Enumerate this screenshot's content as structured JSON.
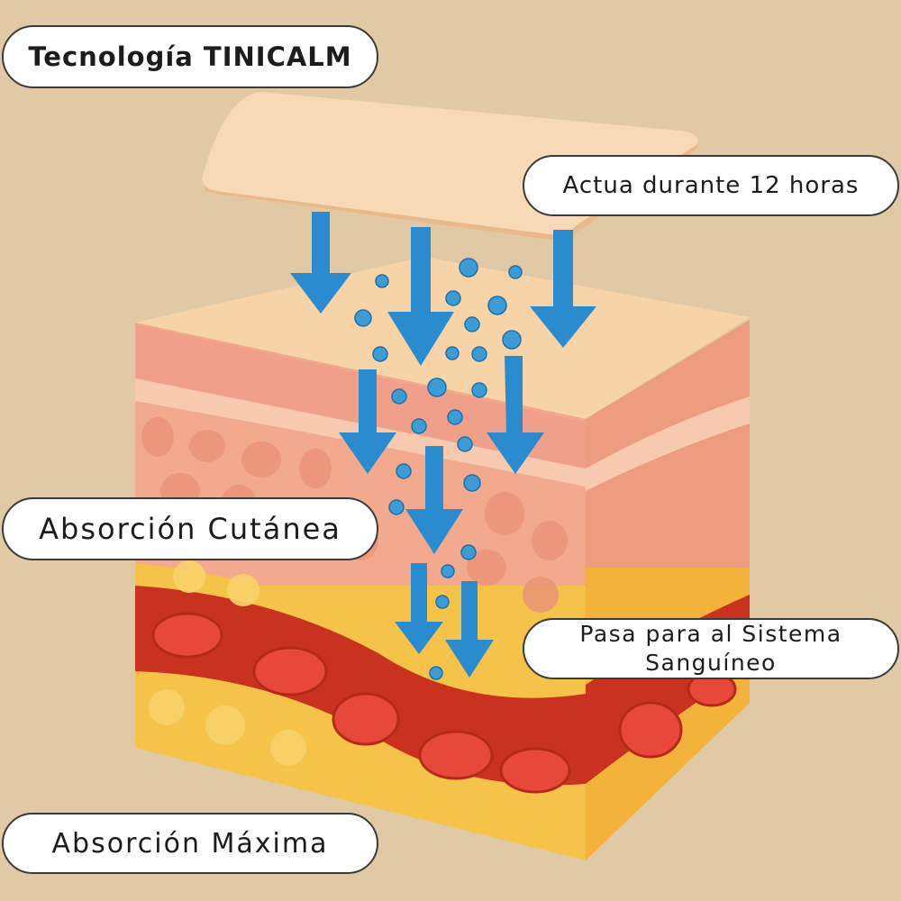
{
  "title": "Tecnología TINICALM",
  "labels": {
    "duration": "Actua durante 12 horas",
    "skin_absorption": "Absorción Cutánea",
    "bloodstream_line1": "Pasa para al Sistema",
    "bloodstream_line2": "Sanguíneo",
    "max_absorption": "Absorción Máxima"
  },
  "colors": {
    "background": "#e2c9a6",
    "arrow": "#2a8ccf",
    "patch": "#f7d9b5",
    "epidermis": "#f2a98e",
    "fat": "#f5c24a",
    "vessel": "#c8321e",
    "cell": "#e8483a"
  }
}
